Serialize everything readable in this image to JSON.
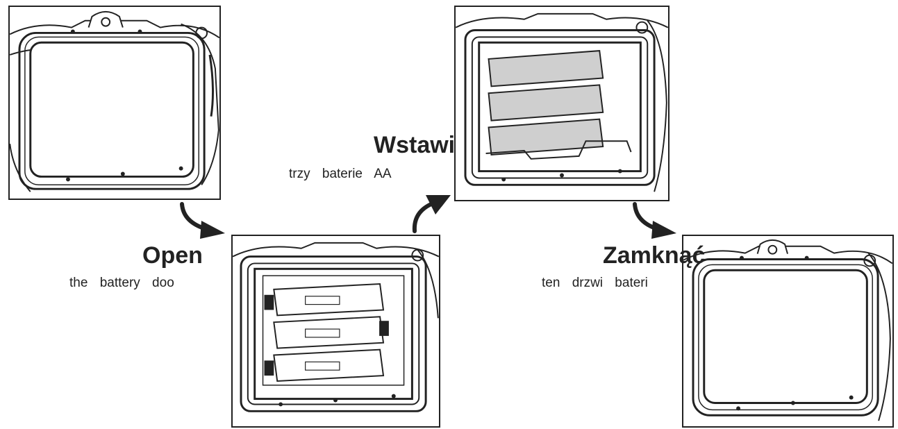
{
  "steps": [
    {
      "title": "Open",
      "description": "the battery doo"
    },
    {
      "title": "Wstawić",
      "description": "trzy baterie AA"
    },
    {
      "title": "Zamknąć",
      "description": "ten drzwi bateri"
    }
  ],
  "colors": {
    "line": "#222222",
    "battery_fill": "#cfcfcf",
    "background": "#ffffff"
  },
  "icons": [
    "arrow-down-right-icon",
    "arrow-up-right-icon"
  ]
}
